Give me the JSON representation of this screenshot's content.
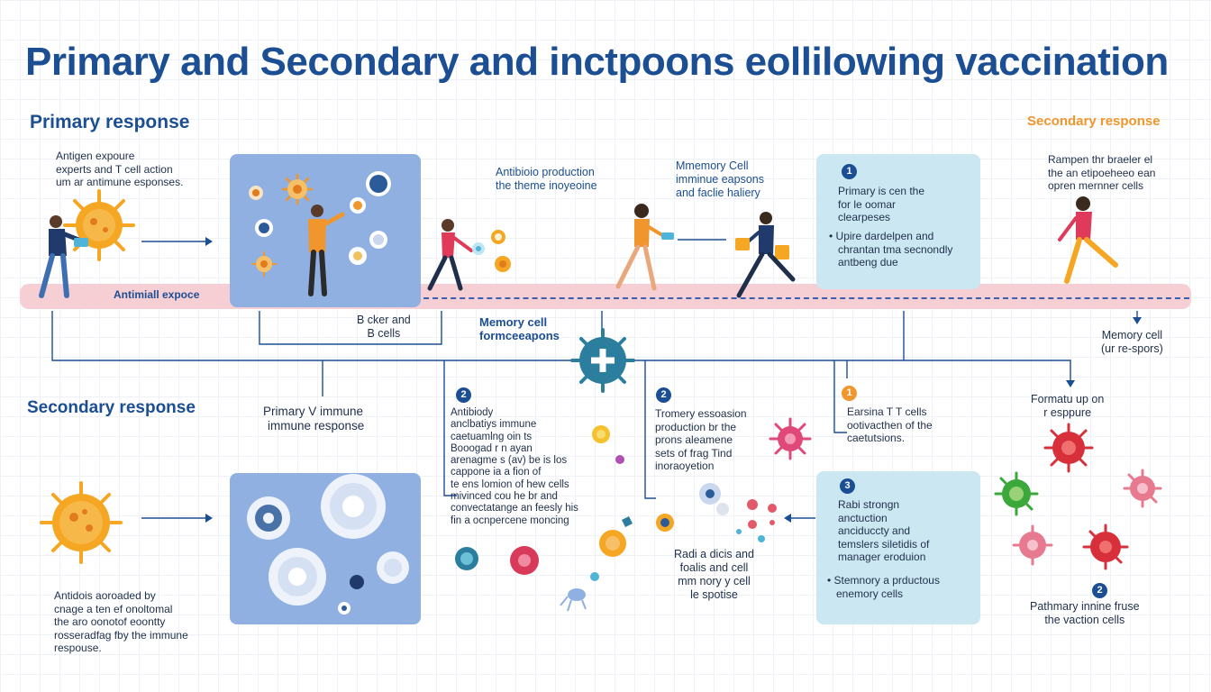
{
  "title": "Primary and Secondary and inctpoons eollilowing vaccination",
  "headings": {
    "primary_response": "Primary response",
    "secondary_response_top": "Secondary response",
    "secondary_response_left": "Secondary response"
  },
  "band_label": "Antimiall expoce",
  "colors": {
    "title": "#1b4e93",
    "accent_orange": "#f0962d",
    "band": "#f6cfd4",
    "panel_blue": "#8fb0e0",
    "panel_cyan": "#cbe7f2",
    "line": "#1b4e93"
  },
  "labels": {
    "antigen_exposure": [
      "Antigen expoure",
      "experts and T cell action",
      "um ar antimune esponses."
    ],
    "antibody_production": [
      "Antibioio production",
      "the theme inoyeoine"
    ],
    "memory_cell_top": [
      "Mmemory Cell",
      "imminue eapsons",
      "and faclie haliery"
    ],
    "cyan_top_num": "1",
    "cyan_top_text": [
      "Primary is cen the",
      "for le oomar",
      "clearpeses"
    ],
    "cyan_top_bullet": [
      "Upire dardelpen and",
      "chrantan tma secnondly",
      "antbeng due"
    ],
    "top_right_text": [
      "Rampen thr braeler el",
      "the an etipoeheeo ean",
      "opren mernner cells"
    ],
    "b_cells": [
      "B cker and",
      "B cells"
    ],
    "memory_formation": [
      "Memory cell",
      "formceeapons"
    ],
    "memory_cell_right": [
      "Memory cell",
      "(ur re-spors)"
    ],
    "primary_immune": [
      "Primary V immune",
      "immune response"
    ],
    "antibody_num": "2",
    "antibody_text": [
      "Antibiody",
      "anclbatiys immune",
      "caetuamlng oin ts",
      "Booogad r n ayan",
      "arenagme s (av) be is los",
      "cappone ia a fion of",
      "te ens lomion of hew cells",
      "mivinced cou he br and",
      "convectatange an feesly his",
      "fin a ocnpercene moncing"
    ],
    "tromery_num": "2",
    "tromery_text": [
      "Tromery essoasion",
      "production br the",
      "prons aleamene",
      "sets of frag Tind",
      "inoraoyetion"
    ],
    "t_cells_num": "1",
    "t_cells_text": [
      "Earsina T T cells",
      "ootivacthen of the",
      "caetutsions."
    ],
    "formatu_text": [
      "Formatu up on",
      "r esppure"
    ],
    "cyan_bottom_num": "3",
    "cyan_bottom_text": [
      "Rabi strongn",
      "anctuction",
      "anciduccty and",
      "temslers siletidis of",
      "manager eroduion"
    ],
    "cyan_bottom_bullet": [
      "Stemnory a prductous",
      "enemory cells"
    ],
    "rapid_text": [
      "Radi a dicis and",
      "foalis and cell",
      "mm nory y cell",
      "le spotise"
    ],
    "pathmary_num": "2",
    "pathmary_text": [
      "Pathmary innine fruse",
      "the vaction cells"
    ],
    "antibody_bottom_left": [
      "Antidois aoroaded by",
      "cnage a ten ef onoltomal",
      "the aro oonotof eoontty",
      "rosseradfag fby the immune",
      "respouse."
    ]
  },
  "icons": [
    "virus-icon",
    "person-icon",
    "running-person-icon",
    "plus-cross-icon",
    "cell-icon",
    "arrow-icon"
  ]
}
